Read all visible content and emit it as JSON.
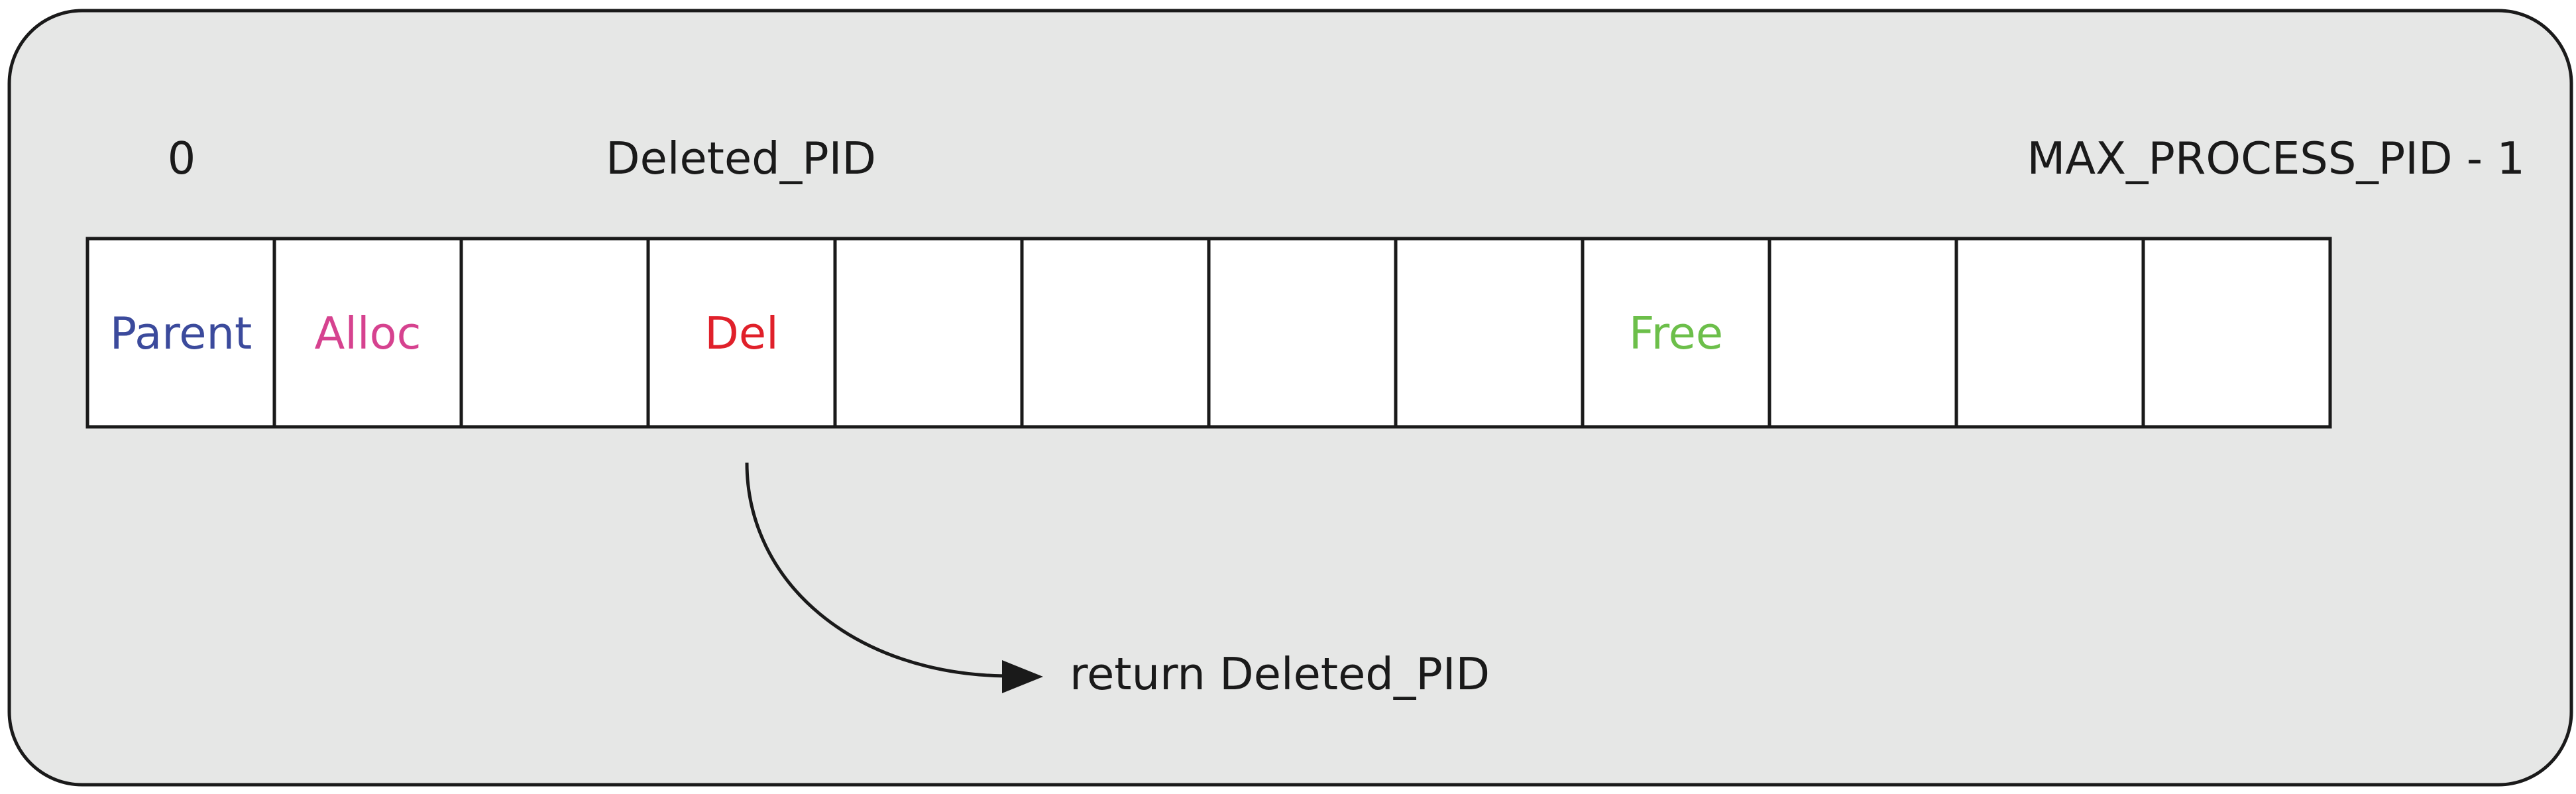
{
  "labels": {
    "start_index": "0",
    "deleted_index": "Deleted_PID",
    "end_index": "MAX_PROCESS_PID - 1"
  },
  "cells": [
    {
      "text": "Parent",
      "color": "#3b4a9c"
    },
    {
      "text": "Alloc",
      "color": "#d6428f"
    },
    {
      "text": "",
      "color": "#000000"
    },
    {
      "text": "Del",
      "color": "#e0202a"
    },
    {
      "text": "",
      "color": "#000000"
    },
    {
      "text": "",
      "color": "#000000"
    },
    {
      "text": "",
      "color": "#000000"
    },
    {
      "text": "",
      "color": "#000000"
    },
    {
      "text": "Free",
      "color": "#6cbf4a"
    },
    {
      "text": "",
      "color": "#000000"
    },
    {
      "text": "",
      "color": "#000000"
    },
    {
      "text": "",
      "color": "#000000"
    }
  ],
  "return_text": "return Deleted_PID",
  "colors": {
    "panel_fill": "#e6e7e6",
    "panel_stroke": "#1a1a1a",
    "cell_fill": "#ffffff",
    "cell_stroke": "#1a1a1a"
  }
}
